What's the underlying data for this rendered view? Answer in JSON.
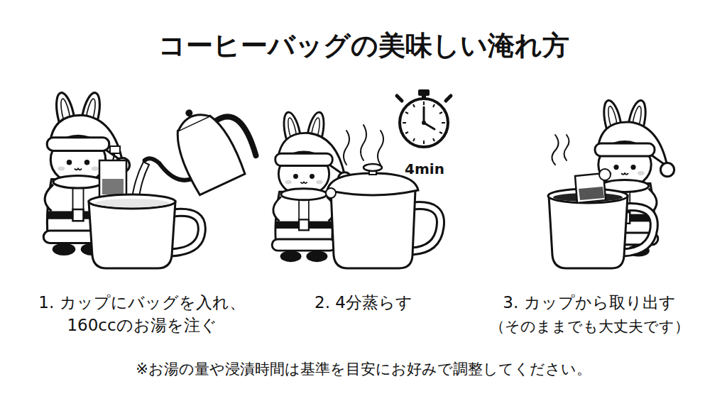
{
  "diagram": {
    "title": "コーヒーバッグの美味しい淹れ方",
    "caption": "※お湯の量や浸漬時間は基準を目安にお好みで調整してください。",
    "labels": [
      "1. カップにバッグを入れ、 160ccのお湯を注ぐ",
      "2. 4分蒸らす",
      "3. カップから取り出す",
      "（そのままでも大丈夫です）",
      "4min"
    ]
  }
}
